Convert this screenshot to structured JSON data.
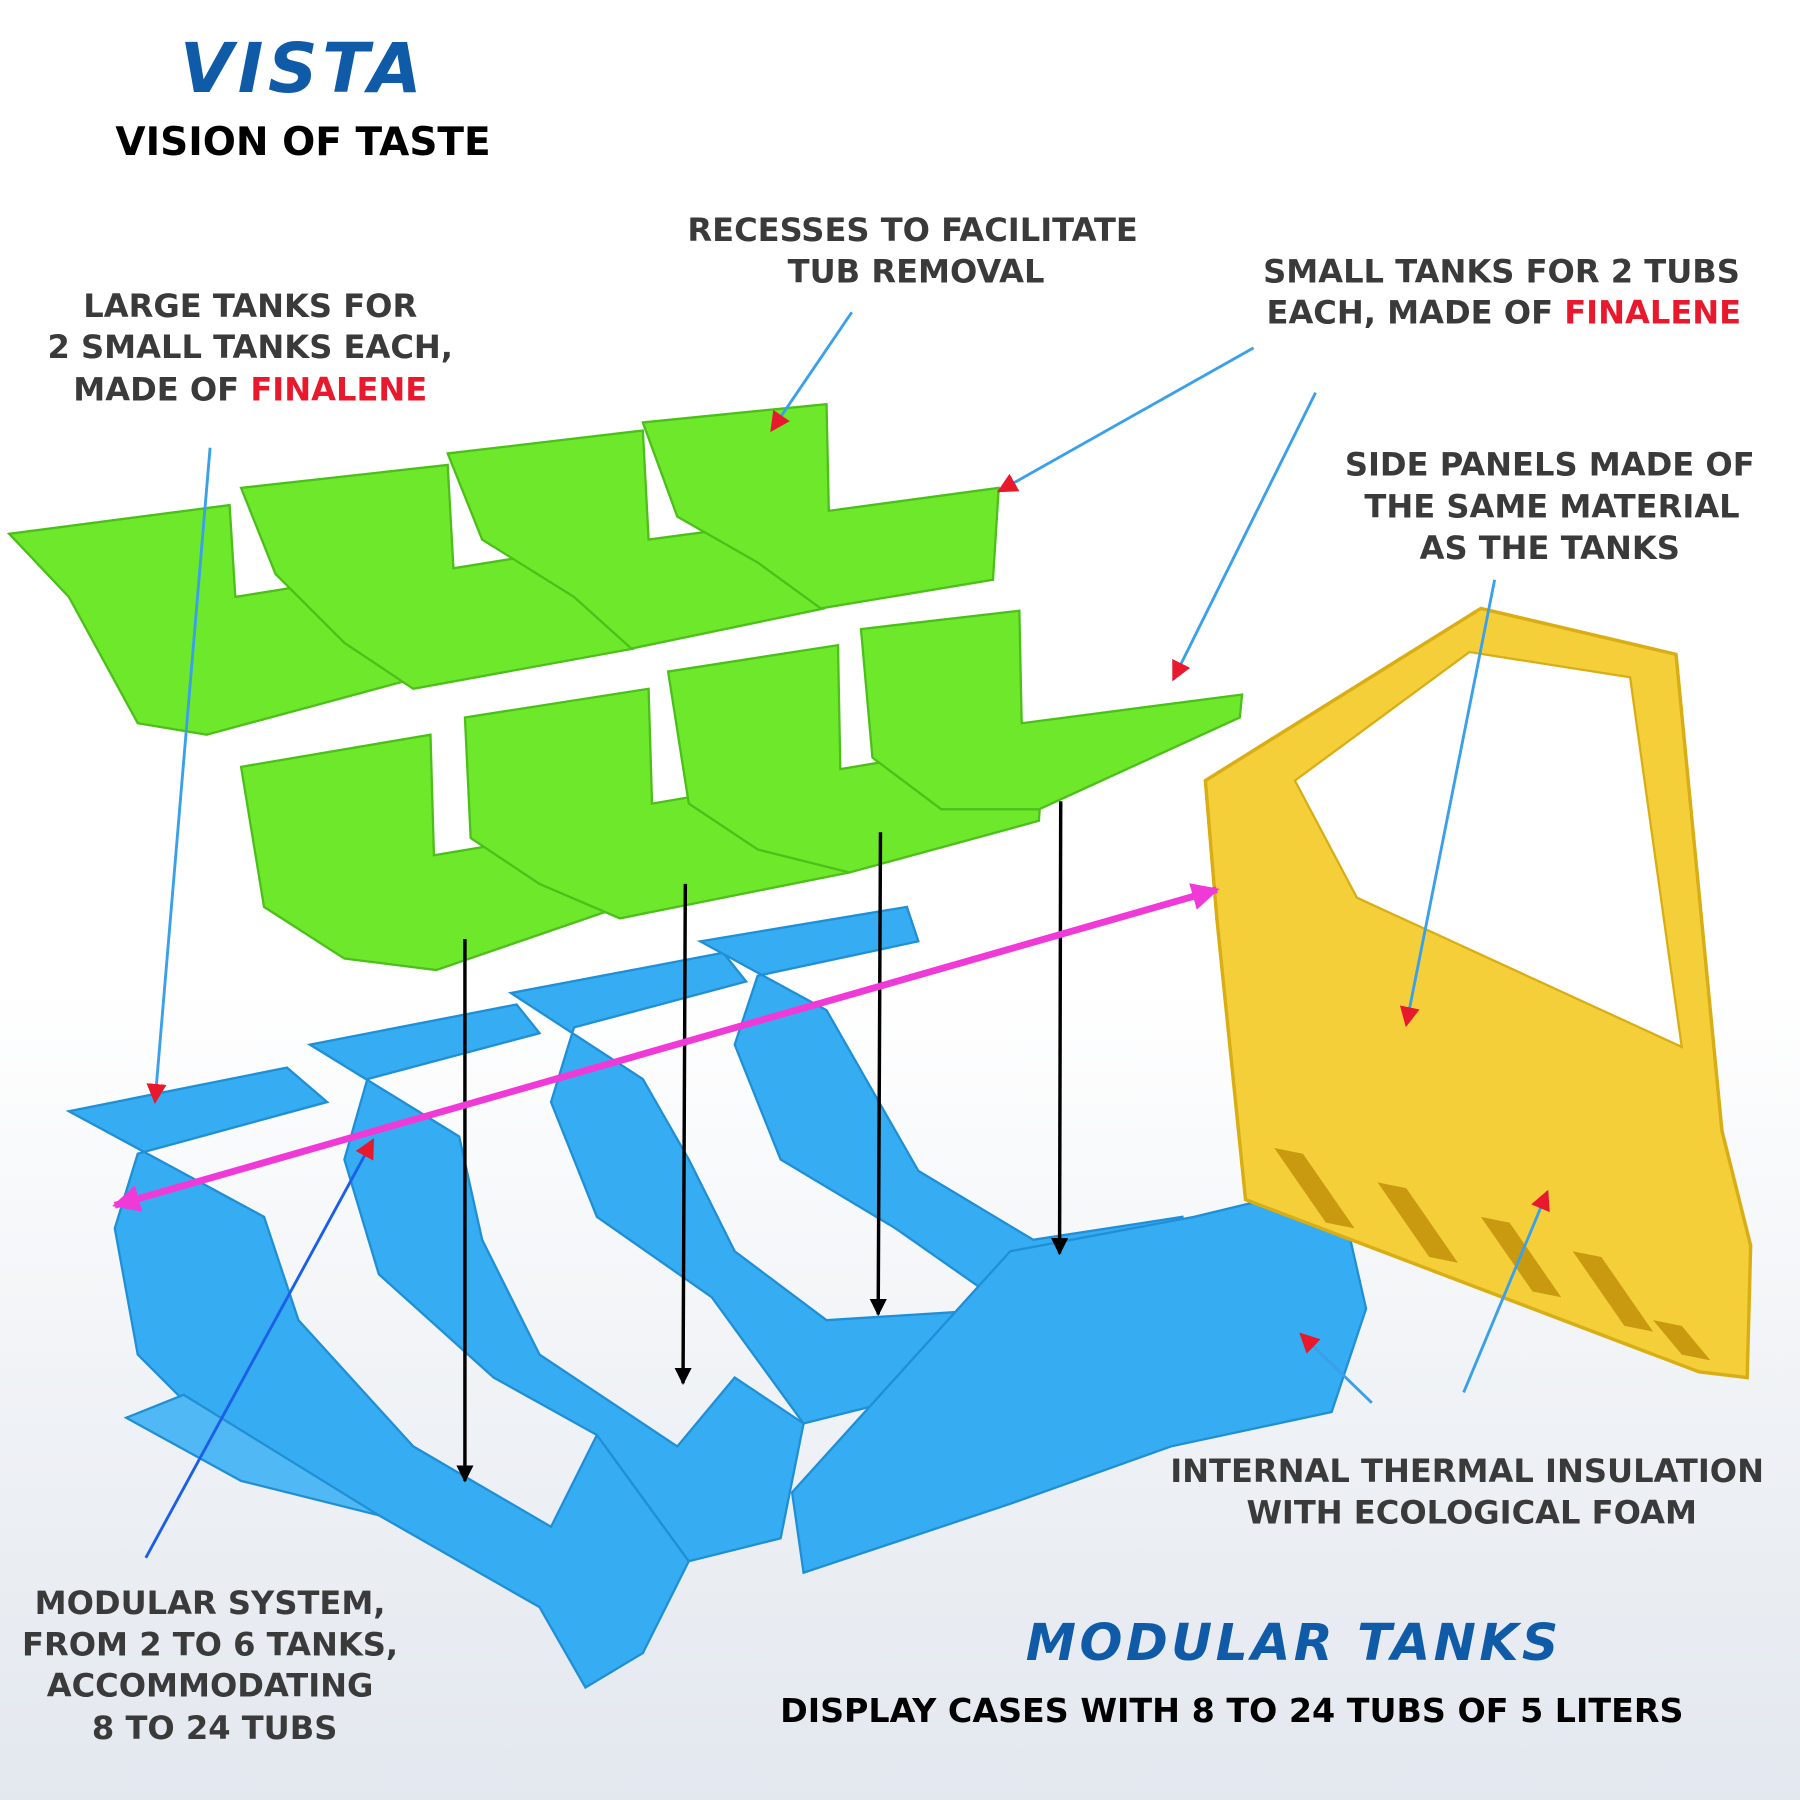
{
  "brand": {
    "logo_text": "VISTA",
    "tagline": "VISION OF TASTE",
    "logo_color": "#0f5ba8"
  },
  "labels": {
    "large_tanks": {
      "line1": "LARGE TANKS FOR",
      "line2": "2 SMALL TANKS EACH,",
      "line3_prefix": "MADE OF ",
      "material": "FINALENE"
    },
    "recesses": {
      "line1": "RECESSES TO FACILITATE",
      "line2": "TUB REMOVAL"
    },
    "small_tanks": {
      "line1": "SMALL TANKS FOR 2 TUBS",
      "line2_prefix": "EACH, MADE OF ",
      "material": "FINALENE"
    },
    "side_panels": {
      "line1": "SIDE PANELS MADE OF",
      "line2": "THE SAME MATERIAL",
      "line3": "AS THE TANKS"
    },
    "insulation": {
      "line1": "INTERNAL THERMAL INSULATION",
      "line2": "WITH ECOLOGICAL FOAM"
    },
    "modular_system": {
      "line1": "MODULAR SYSTEM,",
      "line2": "FROM 2 TO 6 TANKS,",
      "line3": "ACCOMMODATING",
      "line4": "8 TO 24 TUBS"
    }
  },
  "footer": {
    "title": "MODULAR TANKS",
    "subtitle": "DISPLAY CASES WITH 8 TO 24 TUBS OF 5 LITERS"
  },
  "colors": {
    "accent_red": "#e8192c",
    "green_tank": "#6ee82a",
    "blue_tank": "#36acf2",
    "yellow_panel": "#f5cf3a",
    "magenta_arrow": "#f03ad8",
    "callout_line": "#3aa0ea"
  }
}
